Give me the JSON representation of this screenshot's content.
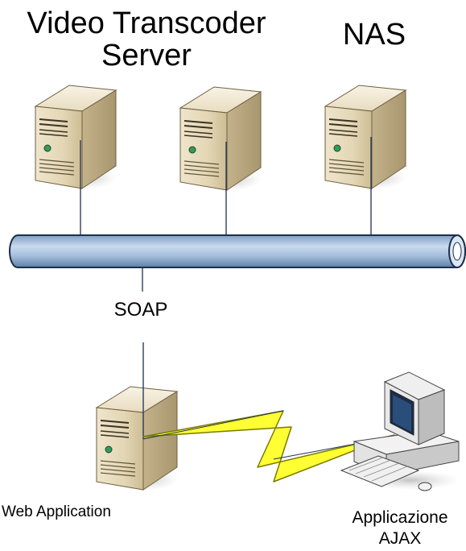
{
  "labels": {
    "transcoder_line1": "Video Transcoder",
    "transcoder_line2": "Server",
    "nas": "NAS",
    "soap": "SOAP",
    "web_application": "Web Application",
    "ajax_line1": "Applicazione",
    "ajax_line2": "AJAX"
  },
  "colors": {
    "tower_light": "#f4ecd8",
    "tower_mid": "#dccda8",
    "tower_dark": "#b8a780",
    "bus_fill": "#a9c3dd",
    "bus_stroke": "#1c2f4a",
    "lightning": "#ffff33",
    "link_line": "#1c3050"
  },
  "icons": [
    "server-tower-icon",
    "desktop-computer-icon",
    "lightning-link-icon"
  ]
}
